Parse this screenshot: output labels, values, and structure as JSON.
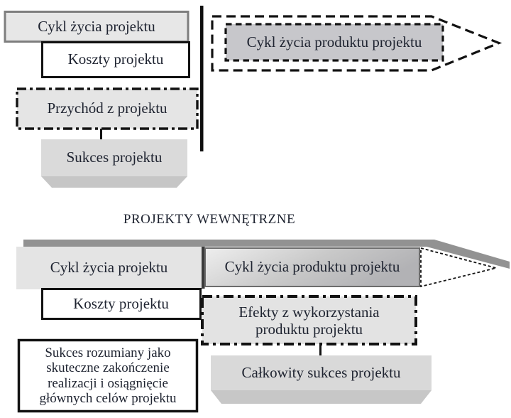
{
  "colors": {
    "text": "#1e2330",
    "stroke_black": "#121212",
    "box_gray_border": "#7e7e7e",
    "fill_light_gray": "#e5e5e5",
    "fill_mid_gray": "#d9d9d9",
    "fill_pedestal_gray": "#c6c6c6",
    "fill_inner_dashed_box": "#c7c7cb",
    "arrow_band_gray": "#929292",
    "divider_dark": "#3a3a3a",
    "white": "#ffffff"
  },
  "top_diagram": {
    "project_lifecycle_label": "Cykl życia projektu",
    "project_costs_label": "Koszty projektu",
    "product_lifecycle_label": "Cykl życia produktu projektu",
    "project_revenue_label": "Przychód z projektu",
    "project_success_label": "Sukces projektu"
  },
  "bottom_diagram": {
    "heading": "PROJEKTY WEWNĘTRZNE",
    "project_lifecycle_label": "Cykl życia projektu",
    "product_lifecycle_label": "Cykl życia produktu projektu",
    "project_costs_label": "Koszty projektu",
    "usage_effects_lines": [
      "Efekty z wykorzystania",
      "produktu projektu"
    ],
    "success_definition_lines": [
      "Sukces rozumiany jako",
      "skuteczne zakończenie",
      "realizacji i osiągnięcie",
      "głównych celów projektu"
    ],
    "total_success_label": "Całkowity sukces projektu"
  }
}
